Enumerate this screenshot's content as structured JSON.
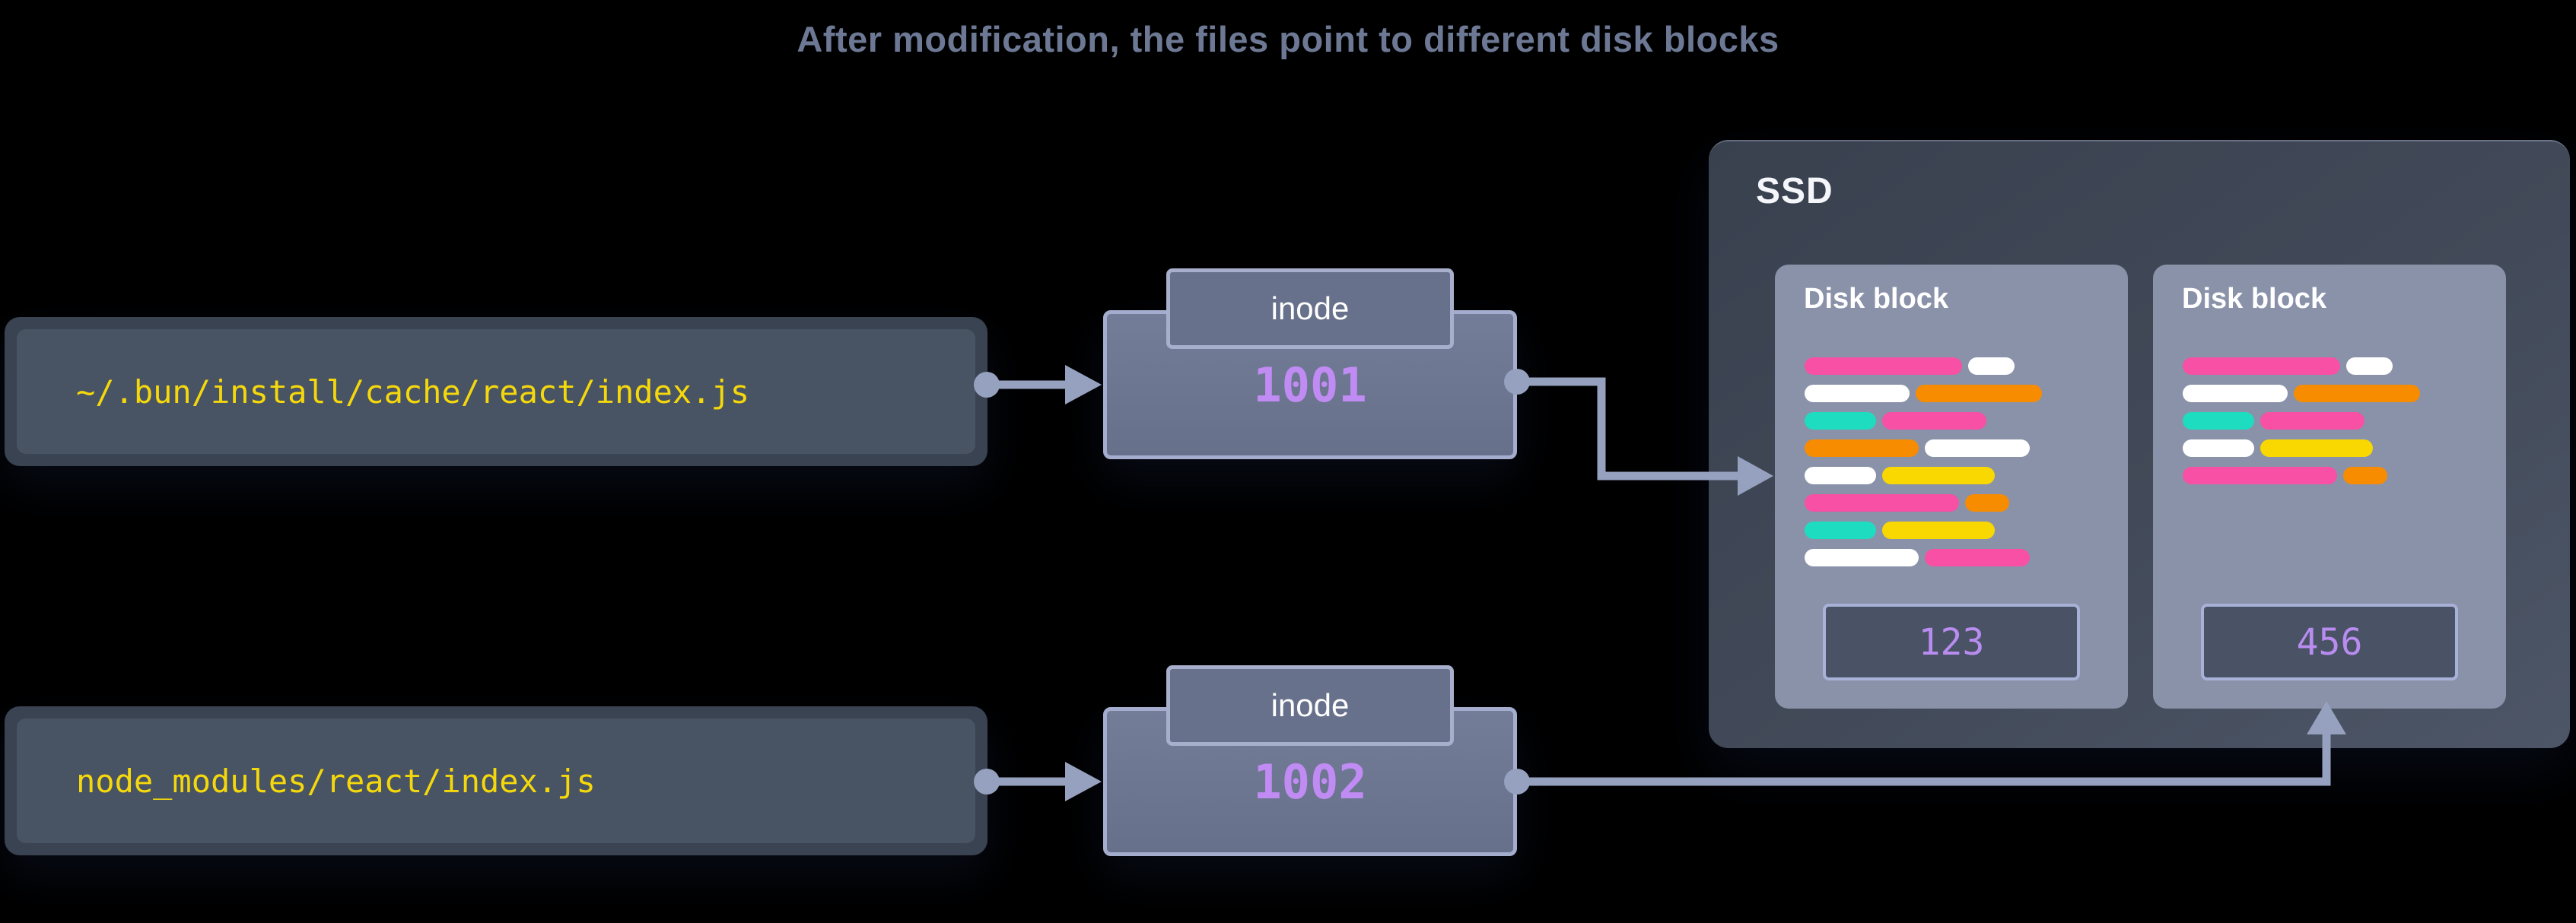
{
  "title": "After modification, the files point to different disk blocks",
  "files": [
    {
      "path": "~/.bun/install/cache/react/index.js"
    },
    {
      "path": "node_modules/react/index.js"
    }
  ],
  "inodes": [
    {
      "label": "inode",
      "number": "1001"
    },
    {
      "label": "inode",
      "number": "1002"
    }
  ],
  "ssd": {
    "label": "SSD",
    "blocks": [
      {
        "label": "Disk block",
        "number": "123",
        "rows": [
          [
            [
              "pink",
              207
            ],
            [
              "white",
              61
            ]
          ],
          [
            [
              "white",
              138
            ],
            [
              "orange",
              166
            ]
          ],
          [
            [
              "teal",
              94
            ],
            [
              "pink",
              137
            ]
          ],
          [
            [
              "orange",
              150
            ],
            [
              "white",
              138
            ]
          ],
          [
            [
              "white",
              94
            ],
            [
              "yellow",
              148
            ]
          ],
          [
            [
              "pink",
              203
            ],
            [
              "orange",
              58
            ]
          ],
          [
            [
              "teal",
              94
            ],
            [
              "yellow",
              148
            ]
          ],
          [
            [
              "white",
              150
            ],
            [
              "pink",
              138
            ]
          ]
        ]
      },
      {
        "label": "Disk block",
        "number": "456",
        "rows": [
          [
            [
              "pink",
              207
            ],
            [
              "white",
              61
            ]
          ],
          [
            [
              "white",
              138
            ],
            [
              "orange",
              166
            ]
          ],
          [
            [
              "teal",
              94
            ],
            [
              "pink",
              137
            ]
          ],
          [
            [
              "white",
              94
            ],
            [
              "yellow",
              148
            ]
          ],
          [
            [
              "pink",
              203
            ],
            [
              "orange",
              58
            ]
          ]
        ]
      }
    ]
  },
  "colors": {
    "pink": "#F750A5",
    "orange": "#F78C00",
    "teal": "#1EDCC0",
    "yellow": "#F8D800",
    "white": "#FFFFFF",
    "arrow": "#95A1BE",
    "inode_number": "#C18BF4",
    "badge_number": "#B98CF0",
    "file_text": "#F5D80C",
    "title_text": "#6D7994"
  }
}
